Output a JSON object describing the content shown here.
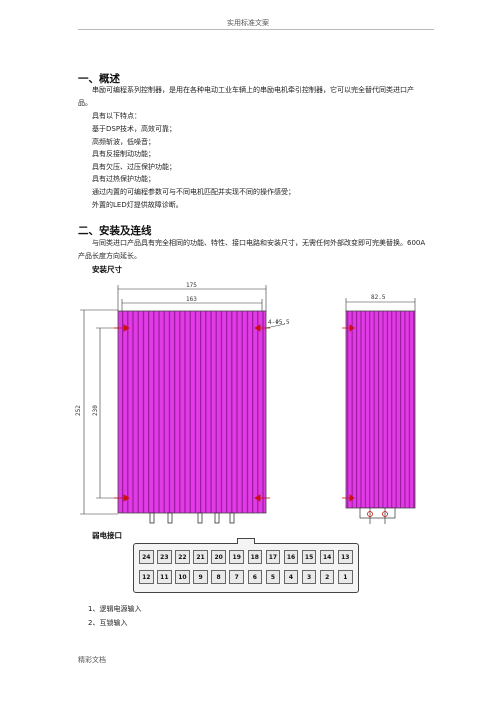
{
  "header": {
    "text": "实用标准文案"
  },
  "section1": {
    "title": "一、概述",
    "intro": "串励可编程系列控制器，是用在各种电动工业车辆上的串励电机牵引控制器，它可以完全替代同类进口产品。",
    "features_heading": "具有以下特点：",
    "features": [
      "基于DSP技术，高效可靠；",
      "高频斩波，低噪音；",
      "具有反接制动功能；",
      "具有欠压、过压保护功能；",
      "具有过热保护功能；",
      "通过内置的可编程参数可与不同电机匹配并实现不同的操作感受；",
      "外置的LED灯提供故障诊断。"
    ]
  },
  "section2": {
    "title": "二、安装及连线",
    "intro": "与同类进口产品具有完全相同的功能、特性、接口电路和安装尺寸，无需任何外部改变即可完美替换。600A产品长度方向延长。",
    "install_title": "安装尺寸",
    "dimensions": {
      "top_outer": "175",
      "top_inner": "163",
      "hole": "4-Φ5.5",
      "side_width": "82.5",
      "height_outer": "252",
      "height_inner": "230"
    },
    "connector_title": "弱电接口",
    "connector_top_row": [
      "24",
      "23",
      "22",
      "21",
      "20",
      "19",
      "18",
      "17",
      "16",
      "15",
      "14",
      "13"
    ],
    "connector_bottom_row": [
      "12",
      "11",
      "10",
      "9",
      "8",
      "7",
      "6",
      "5",
      "4",
      "3",
      "2",
      "1"
    ],
    "pin_list": [
      "1、逻辑电源输入",
      "2、互锁输入"
    ]
  },
  "footer": {
    "text": "精彩文档"
  },
  "colors": {
    "heatsink": "#e13be6",
    "fin": "#a31fa8",
    "arrow": "#cc1111"
  }
}
